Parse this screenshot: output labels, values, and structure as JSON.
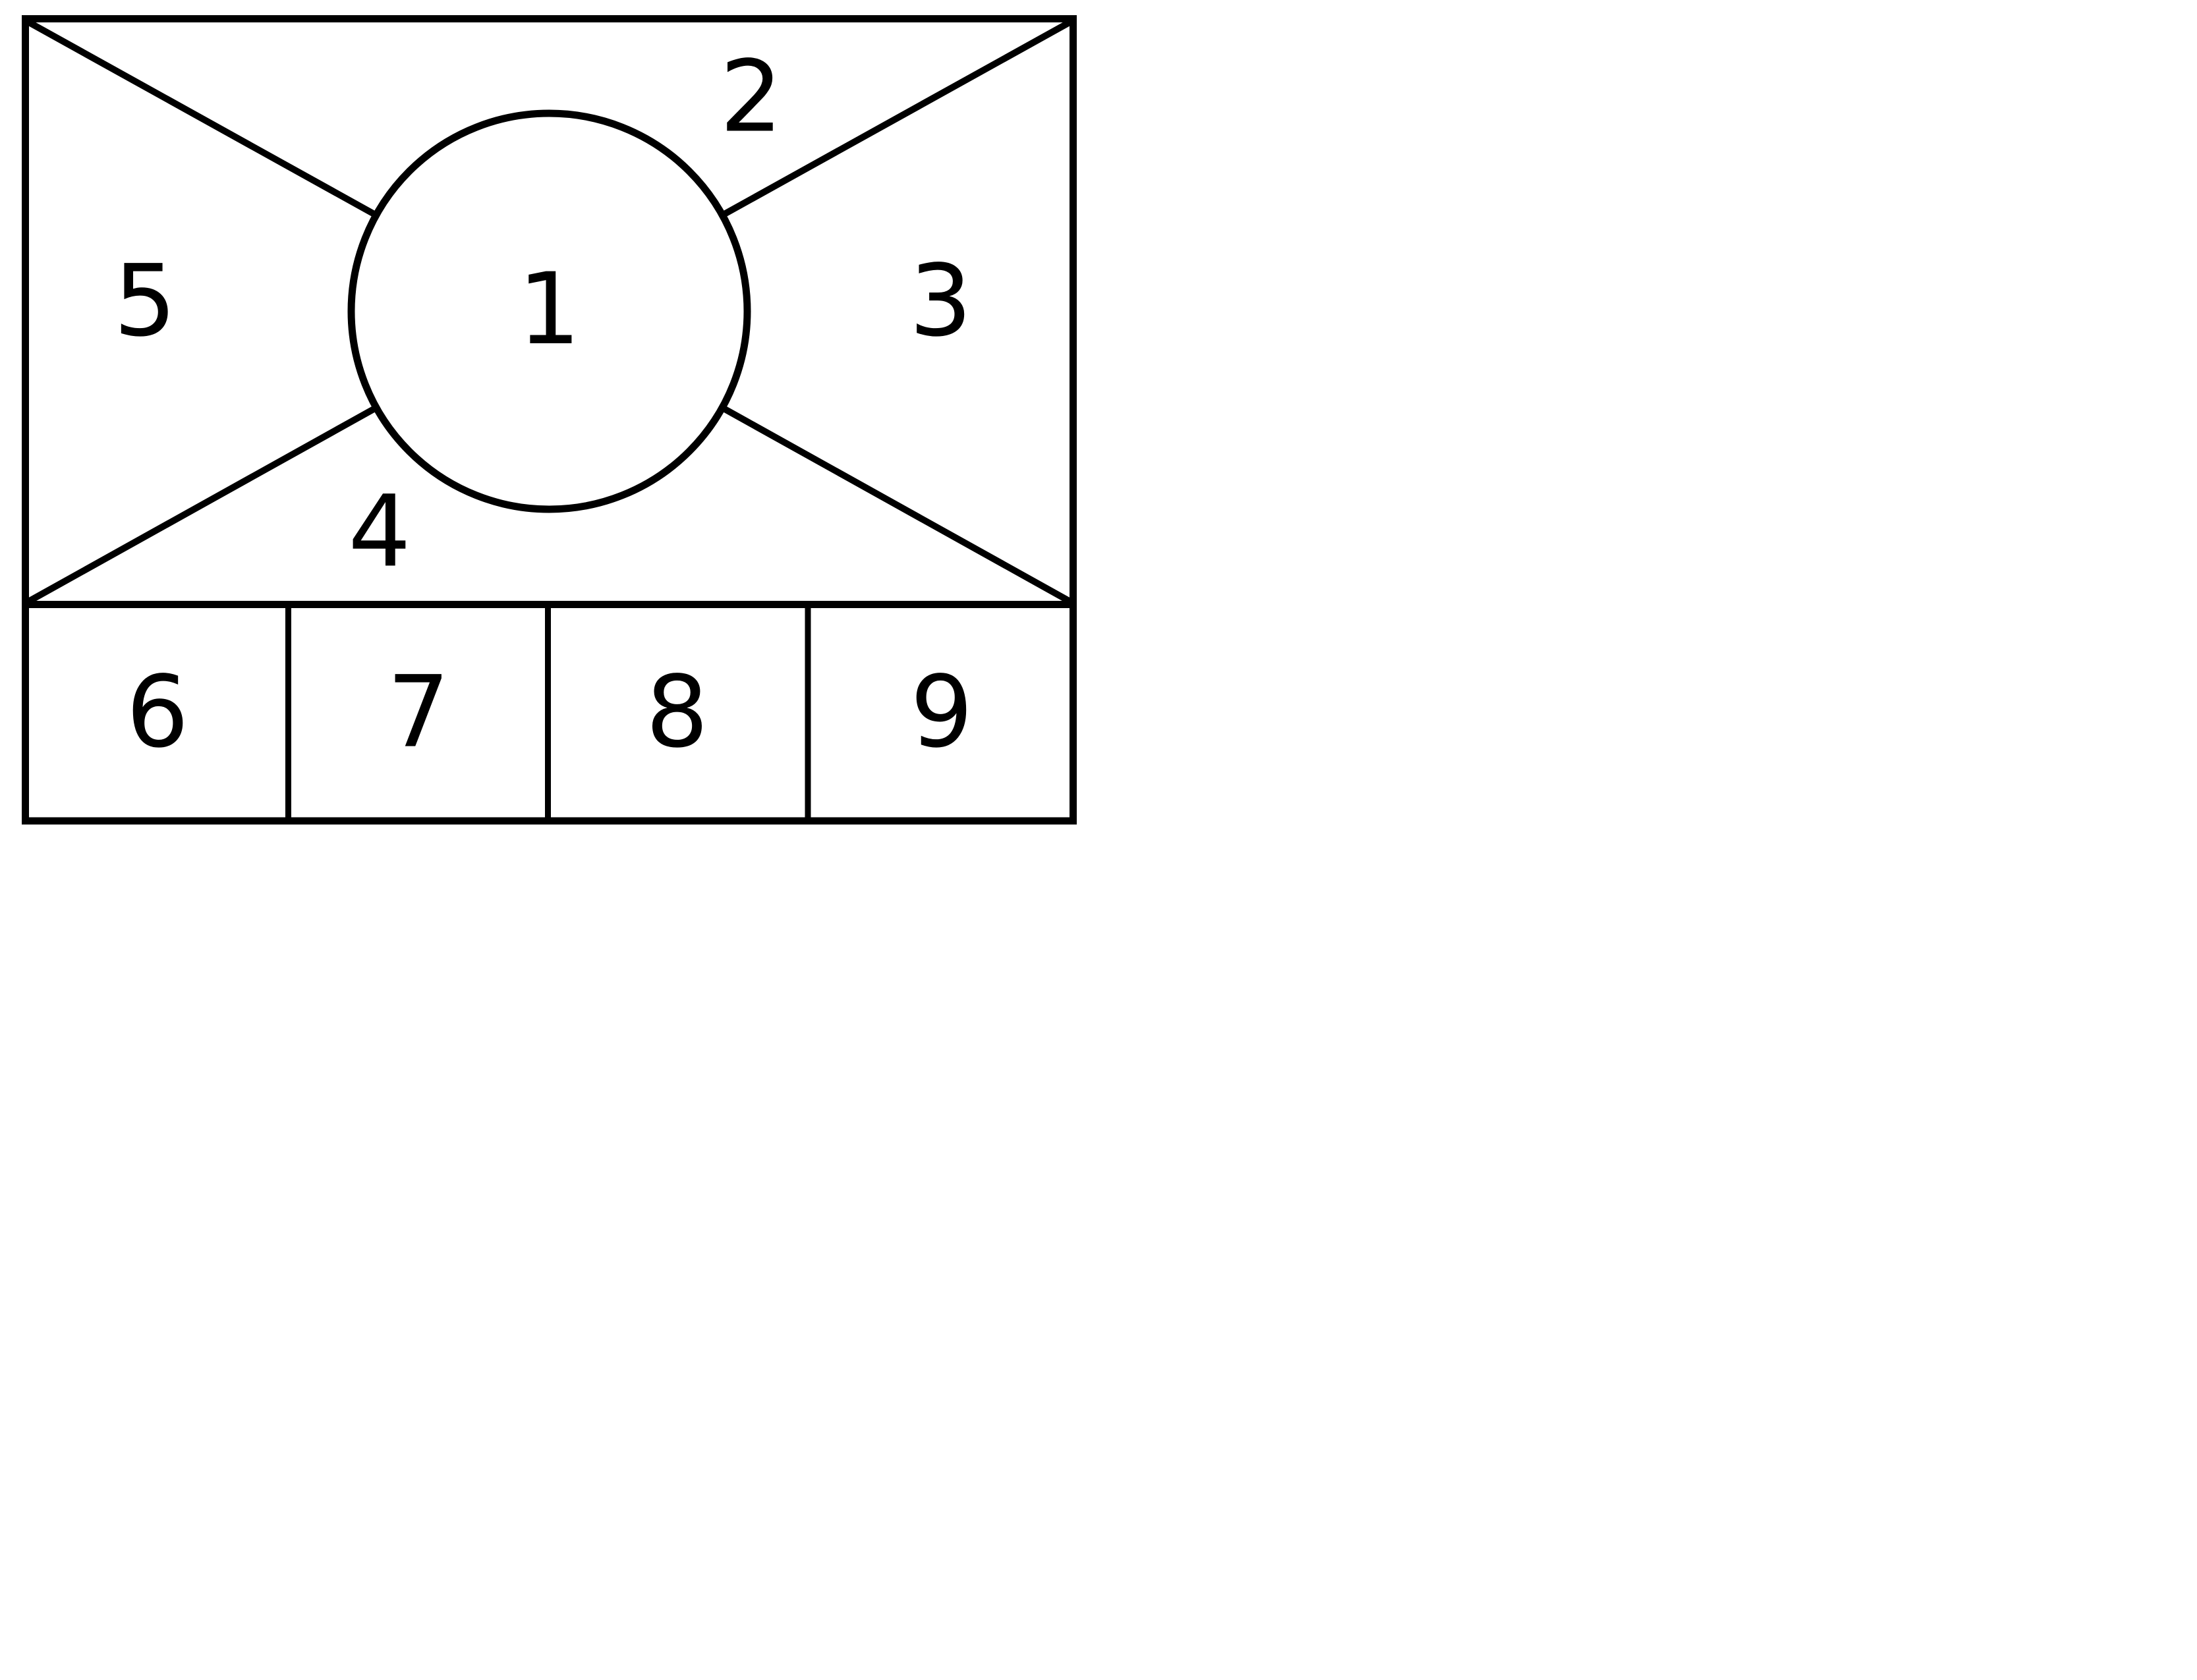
{
  "diagram": {
    "ink": "#000000",
    "background": "#ffffff",
    "labels": {
      "circle": "1",
      "top_region": "2",
      "right_region": "3",
      "bottom_region": "4",
      "left_region": "5",
      "cell_1": "6",
      "cell_2": "7",
      "cell_3": "8",
      "cell_4": "9"
    }
  }
}
